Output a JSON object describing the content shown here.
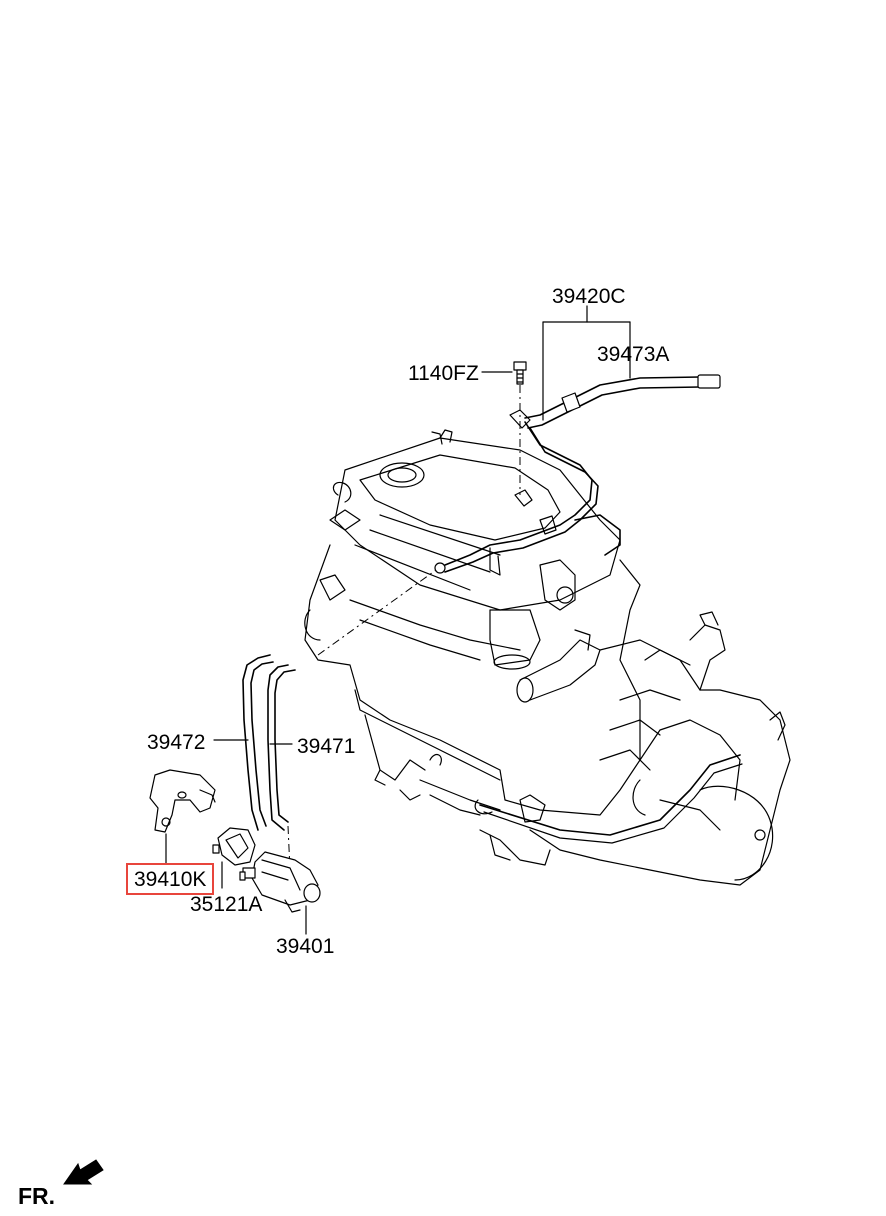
{
  "diagram": {
    "labels": {
      "hose_assembly": "39420C",
      "hose_pipe": "39473A",
      "bolt": "1140FZ",
      "hose_a": "39472",
      "hose_b": "39471",
      "bracket": "39410K",
      "insulator": "35121A",
      "valve": "39401"
    },
    "highlight": {
      "label": "39410K",
      "color": "#e8453c"
    },
    "direction_marker": {
      "text": "FR.",
      "icon": "arrow-icon"
    }
  }
}
